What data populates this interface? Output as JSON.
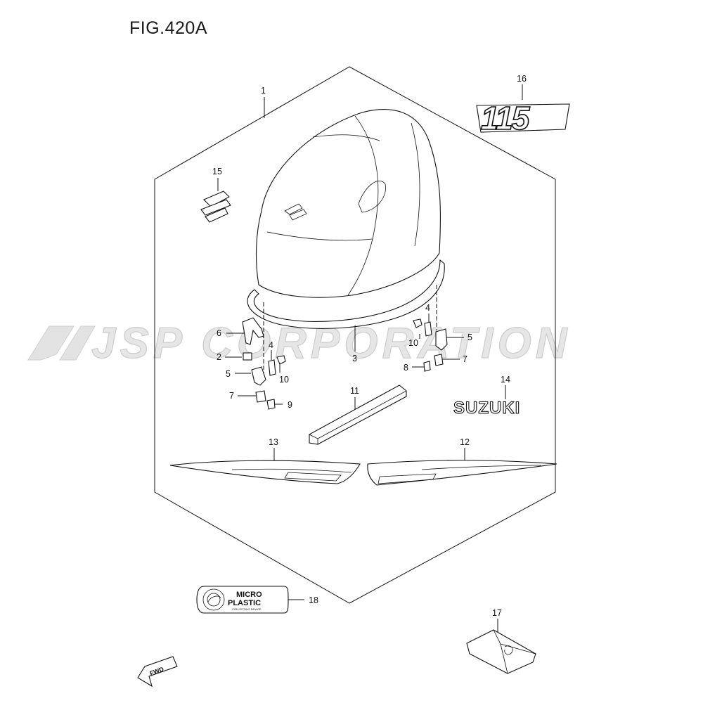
{
  "figure": {
    "title": "FIG.420A"
  },
  "watermark": {
    "text": "JSP CORPORATION"
  },
  "parts": [
    {
      "id": "1",
      "label": "1"
    },
    {
      "id": "2",
      "label": "2"
    },
    {
      "id": "3",
      "label": "3"
    },
    {
      "id": "4a",
      "label": "4"
    },
    {
      "id": "4b",
      "label": "4"
    },
    {
      "id": "5a",
      "label": "5"
    },
    {
      "id": "5b",
      "label": "5"
    },
    {
      "id": "6",
      "label": "6"
    },
    {
      "id": "7a",
      "label": "7"
    },
    {
      "id": "7b",
      "label": "7"
    },
    {
      "id": "8",
      "label": "8"
    },
    {
      "id": "9",
      "label": "9"
    },
    {
      "id": "10a",
      "label": "10"
    },
    {
      "id": "10b",
      "label": "10"
    },
    {
      "id": "11",
      "label": "11"
    },
    {
      "id": "12",
      "label": "12"
    },
    {
      "id": "13",
      "label": "13"
    },
    {
      "id": "14",
      "label": "14"
    },
    {
      "id": "15",
      "label": "15"
    },
    {
      "id": "16",
      "label": "16"
    },
    {
      "id": "17",
      "label": "17"
    },
    {
      "id": "18",
      "label": "18"
    }
  ],
  "decals": {
    "model_number": "115",
    "brand": "SUZUKI",
    "micro_plastic_line1": "MICRO",
    "micro_plastic_line2": "PLASTIC",
    "micro_plastic_line3": "COLLECTING DEVICE",
    "fwd": "FWD"
  },
  "colors": {
    "ink": "#111111",
    "watermark": "#d9d9d9"
  }
}
